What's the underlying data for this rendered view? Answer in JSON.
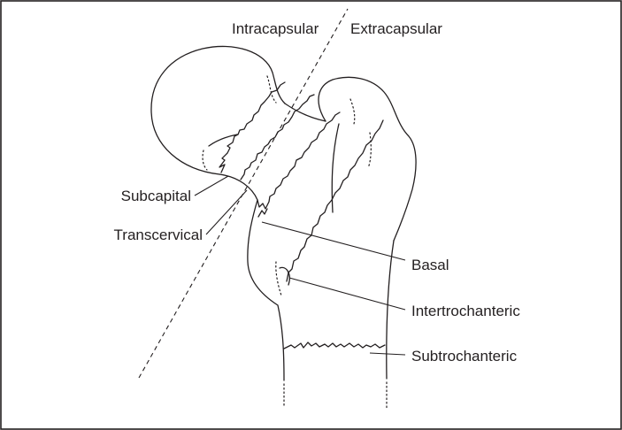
{
  "diagram": {
    "region_labels": {
      "intracapsular": "Intracapsular",
      "extracapsular": "Extracapsular"
    },
    "fracture_labels": {
      "subcapital": "Subcapital",
      "transcervical": "Transcervical",
      "basal": "Basal",
      "intertrochanteric": "Intertrochanteric",
      "subtrochanteric": "Subtrochanteric"
    },
    "colors": {
      "ink": "#231f20",
      "border": "#231f20",
      "background": "#ffffff"
    }
  }
}
